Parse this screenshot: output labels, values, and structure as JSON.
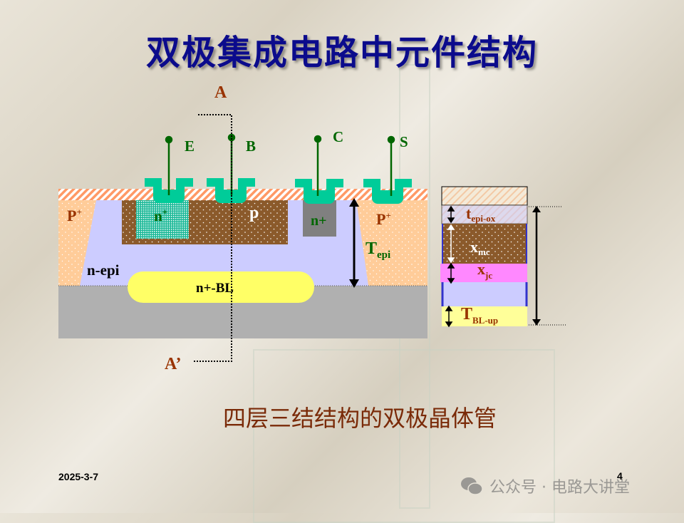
{
  "title": "双极集成电路中元件结构",
  "subtitle": "四层三结结构的双极晶体管",
  "footer": {
    "date": "2025-3-7",
    "page": "4",
    "watermark": "公众号 · 电路大讲堂"
  },
  "diagram": {
    "section_top": "A",
    "section_bottom": "A’",
    "terminals": {
      "emitter": "E",
      "base": "B",
      "collector": "C",
      "substrate": "S"
    },
    "regions": {
      "p_plus": "P",
      "plus": "+",
      "emitter": "n",
      "emitter_sup": "+",
      "base": "p",
      "collector_contact": "n+",
      "epi": "n-epi",
      "buried_layer": "n+-BL"
    },
    "dims": {
      "tepi_main": "T",
      "tepi_sub": "epi"
    }
  },
  "profile": {
    "t_main": "t",
    "t_sub": "epi-ox",
    "xmc_main": "x",
    "xmc_sub": "mc",
    "xjc_main": "x",
    "xjc_sub": "jc",
    "tbl_main": "T",
    "tbl_sub": "BL-up"
  },
  "colors": {
    "title": "#0b0b8c",
    "contact": "#00cc99",
    "base": "#8b5a2b",
    "epi": "#ccccff",
    "bl": "#ffff66",
    "pplus": "#ffcc99",
    "substrate": "#b0b0b0",
    "label_green": "#006600",
    "label_brown": "#993300"
  }
}
